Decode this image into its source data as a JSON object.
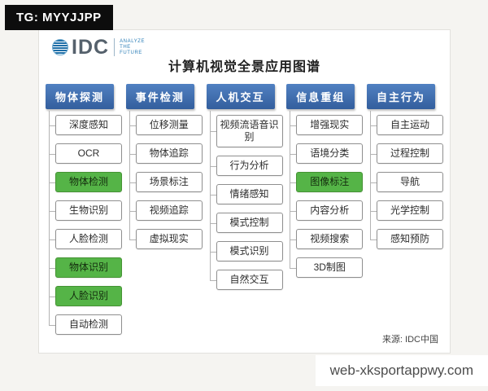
{
  "badges": {
    "tg": "TG: MYYJJPP",
    "site": "web-xksportappwy.com"
  },
  "logo": {
    "text": "IDC",
    "tagline": [
      "ANALYZE",
      "THE",
      "FUTURE"
    ]
  },
  "title": "计算机视觉全景应用图谱",
  "source": "来源: IDC中国",
  "colors": {
    "header_blue": "#33609e",
    "highlight_green": "#55b447",
    "badge_black": "#0d0d0d",
    "line_gray": "#b3b3b3"
  },
  "columns": [
    {
      "title": "物体探测",
      "items": [
        {
          "label": "深度感知",
          "highlight": false
        },
        {
          "label": "OCR",
          "highlight": false
        },
        {
          "label": "物体检测",
          "highlight": true
        },
        {
          "label": "生物识别",
          "highlight": false
        },
        {
          "label": "人脸检测",
          "highlight": false
        },
        {
          "label": "物体识别",
          "highlight": true
        },
        {
          "label": "人脸识别",
          "highlight": true
        },
        {
          "label": "自动检测",
          "highlight": false
        }
      ]
    },
    {
      "title": "事件检测",
      "items": [
        {
          "label": "位移测量",
          "highlight": false
        },
        {
          "label": "物体追踪",
          "highlight": false
        },
        {
          "label": "场景标注",
          "highlight": false
        },
        {
          "label": "视频追踪",
          "highlight": false
        },
        {
          "label": "虚拟现实",
          "highlight": false
        }
      ]
    },
    {
      "title": "人机交互",
      "items": [
        {
          "label": "视频流语音识别",
          "highlight": false
        },
        {
          "label": "行为分析",
          "highlight": false
        },
        {
          "label": "情绪感知",
          "highlight": false
        },
        {
          "label": "模式控制",
          "highlight": false
        },
        {
          "label": "模式识别",
          "highlight": false
        },
        {
          "label": "自然交互",
          "highlight": false
        }
      ]
    },
    {
      "title": "信息重组",
      "items": [
        {
          "label": "增强现实",
          "highlight": false
        },
        {
          "label": "语境分类",
          "highlight": false
        },
        {
          "label": "图像标注",
          "highlight": true
        },
        {
          "label": "内容分析",
          "highlight": false
        },
        {
          "label": "视频搜索",
          "highlight": false
        },
        {
          "label": "3D制图",
          "highlight": false
        }
      ]
    },
    {
      "title": "自主行为",
      "items": [
        {
          "label": "自主运动",
          "highlight": false
        },
        {
          "label": "过程控制",
          "highlight": false
        },
        {
          "label": "导航",
          "highlight": false
        },
        {
          "label": "光学控制",
          "highlight": false
        },
        {
          "label": "感知预防",
          "highlight": false
        }
      ]
    }
  ]
}
